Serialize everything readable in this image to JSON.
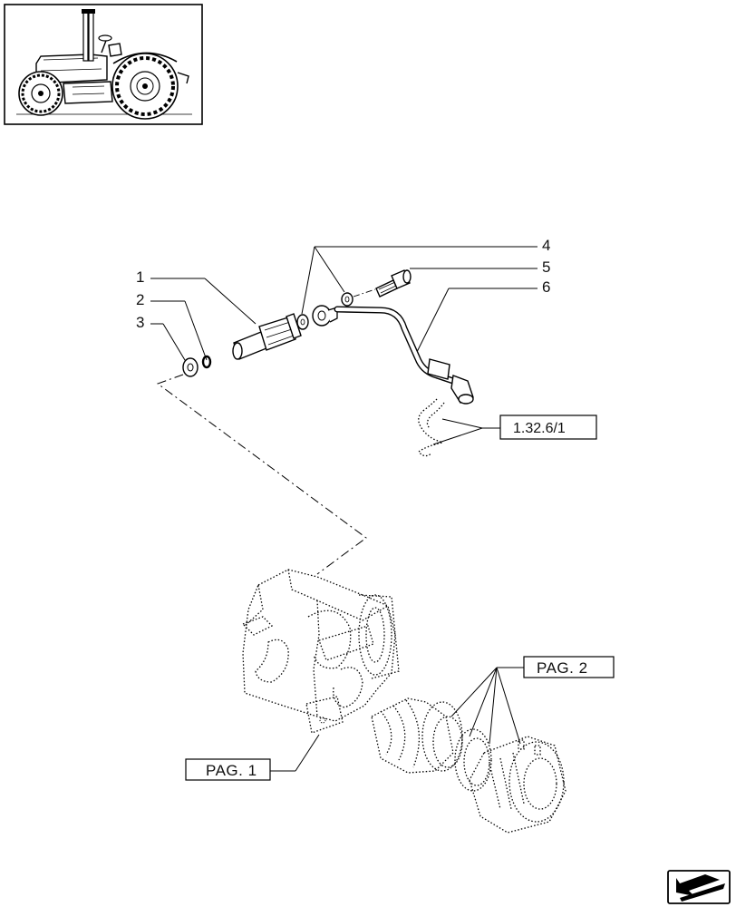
{
  "callouts": [
    "1",
    "2",
    "3",
    "4",
    "5",
    "6"
  ],
  "references": {
    "ref_1": "1.32.6/1",
    "pag_1": "PAG.  1",
    "pag_2": "PAG.  2"
  },
  "icons": {
    "thumbnail": "tractor-thumbnail-icon",
    "navigation": "previous-page-arrow-icon"
  }
}
